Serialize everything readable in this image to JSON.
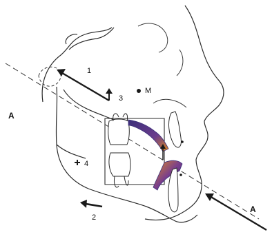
{
  "figure": {
    "labels": {
      "axis_left": "A",
      "axis_right": "A",
      "arrow_1": "1",
      "arrow_2": "2",
      "arrow_3": "3",
      "point_4": "4",
      "point_m": "M"
    },
    "colors": {
      "outline": "#2a2a2a",
      "arrow": "#1a1a1a",
      "appliance_purple": "#3b2f7a",
      "appliance_orange": "#e08a1e"
    }
  }
}
